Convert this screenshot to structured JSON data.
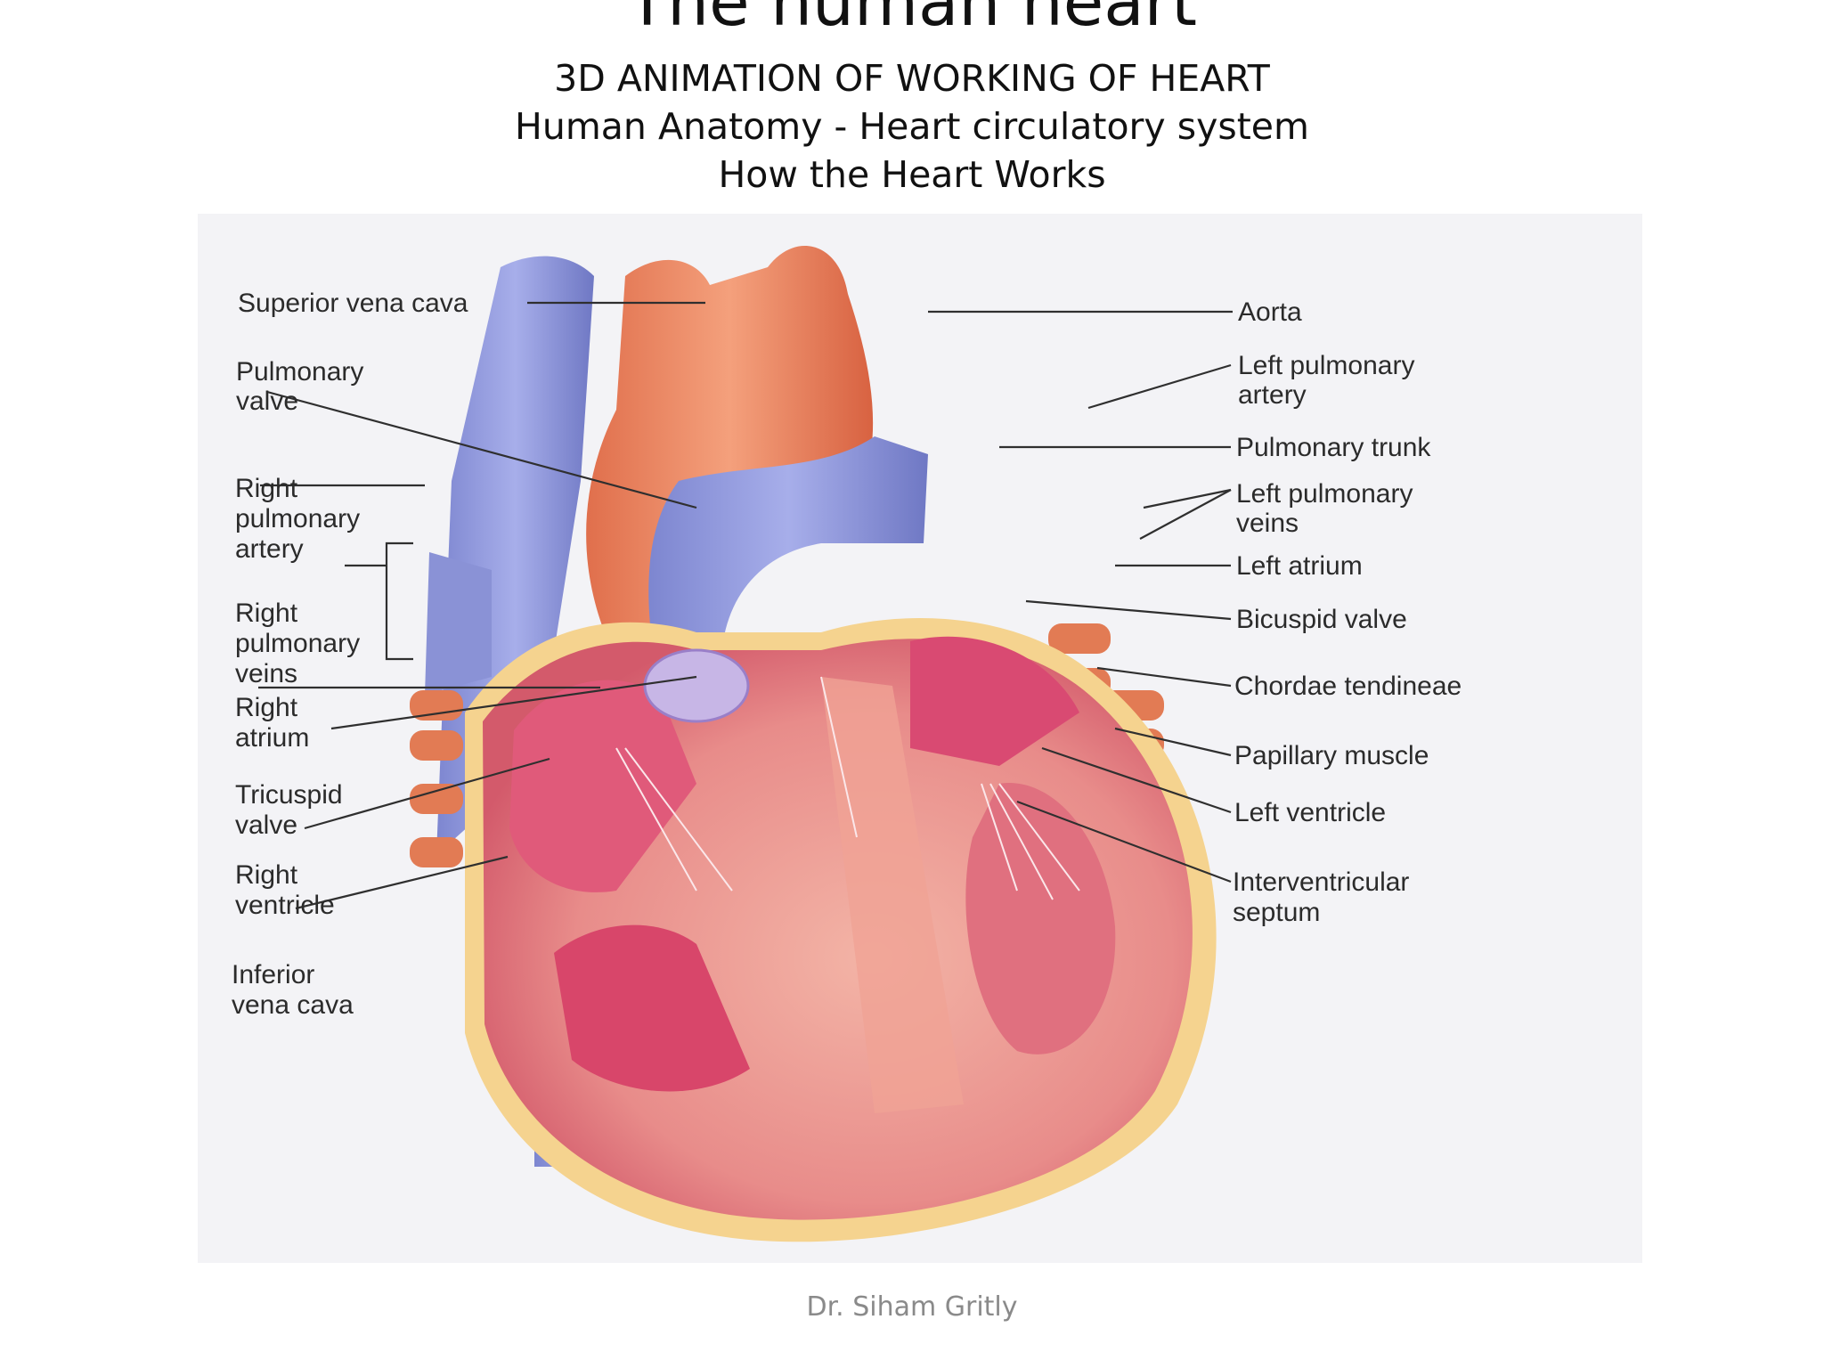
{
  "slide": {
    "title": "The human heart",
    "subtitles": [
      "3D ANIMATION OF WORKING OF HEART",
      "Human Anatomy - Heart circulatory system",
      "How the Heart Works"
    ],
    "footer": "Dr. Siham Gritly"
  },
  "diagram": {
    "labels": {
      "superior_vena_cava": "Superior vena cava",
      "pulmonary_valve_1": "Pulmonary",
      "pulmonary_valve_2": "valve",
      "right_pulmonary_artery_1": "Right",
      "right_pulmonary_artery_2": "pulmonary",
      "right_pulmonary_artery_3": "artery",
      "right_pulmonary_veins_1": "Right",
      "right_pulmonary_veins_2": "pulmonary",
      "right_pulmonary_veins_3": "veins",
      "right_atrium_1": "Right",
      "right_atrium_2": "atrium",
      "tricuspid_valve_1": "Tricuspid",
      "tricuspid_valve_2": "valve",
      "right_ventricle_1": "Right",
      "right_ventricle_2": "ventricle",
      "inferior_vena_cava_1": "Inferior",
      "inferior_vena_cava_2": "vena cava",
      "aorta": "Aorta",
      "left_pulmonary_artery_1": "Left pulmonary",
      "left_pulmonary_artery_2": "artery",
      "pulmonary_trunk": "Pulmonary trunk",
      "left_pulmonary_veins_1": "Left pulmonary",
      "left_pulmonary_veins_2": "veins",
      "left_atrium": "Left atrium",
      "bicuspid_valve": "Bicuspid valve",
      "chordae_tendineae": "Chordae tendineae",
      "papillary_muscle": "Papillary muscle",
      "left_ventricle": "Left ventricle",
      "interventricular_septum_1": "Interventricular",
      "interventricular_septum_2": "septum"
    },
    "colors": {
      "vein_blue": "#8b93d8",
      "artery_orange": "#e98a66",
      "muscle_red": "#d9506b",
      "chamber_pink": "#f2a3b0",
      "fat_yellow": "#f3cf86"
    }
  }
}
